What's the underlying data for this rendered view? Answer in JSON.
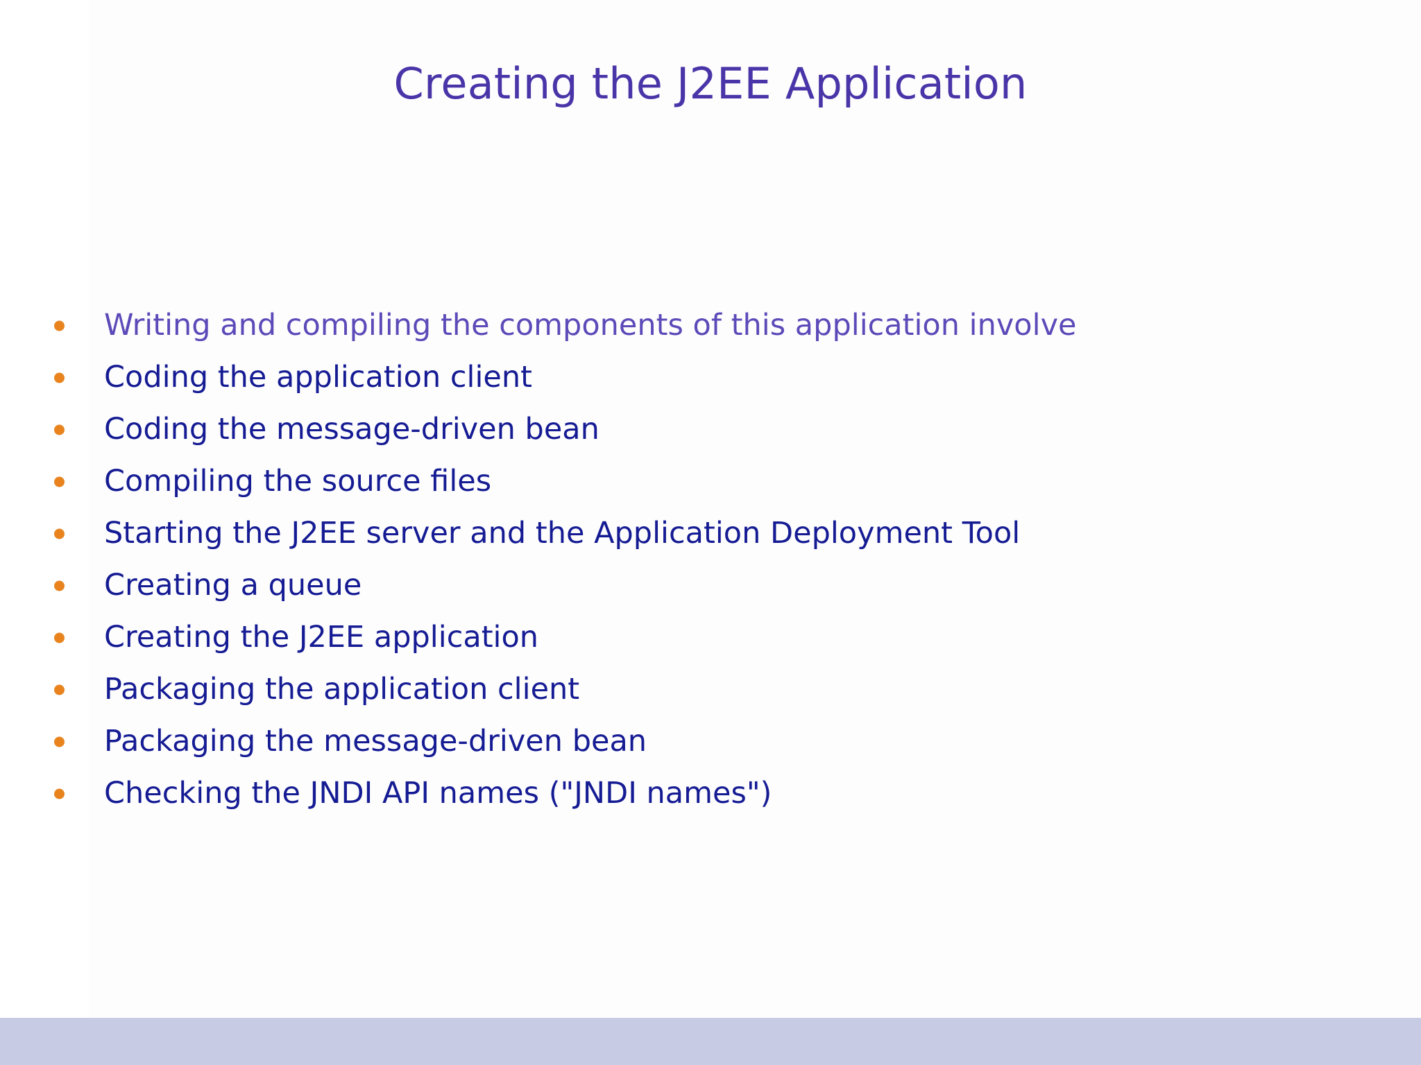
{
  "slide": {
    "title": "Creating the J2EE Application",
    "colors": {
      "title": "#4A35A8",
      "bullet_marker": "#E8831E",
      "body_navy": "#151B93",
      "body_purple": "#5B4AB8",
      "footer_bar": "#C8CBE4",
      "background": "#FFFFFF"
    },
    "bullets": [
      {
        "text": "Writing and compiling the components of this application involve",
        "tone": "purple"
      },
      {
        "text": "Coding the application client",
        "tone": "navy"
      },
      {
        "text": "Coding the message-driven bean",
        "tone": "navy"
      },
      {
        "text": "Compiling the source files",
        "tone": "navy"
      },
      {
        "text": "Starting the J2EE server and the Application Deployment Tool",
        "tone": "navy"
      },
      {
        "text": "Creating a queue",
        "tone": "navy"
      },
      {
        "text": "Creating the J2EE application",
        "tone": "navy"
      },
      {
        "text": "Packaging the application client",
        "tone": "navy"
      },
      {
        "text": "Packaging the message-driven bean",
        "tone": "navy"
      },
      {
        "text": "Checking the JNDI API names (\"JNDI names\")",
        "tone": "navy"
      }
    ]
  }
}
